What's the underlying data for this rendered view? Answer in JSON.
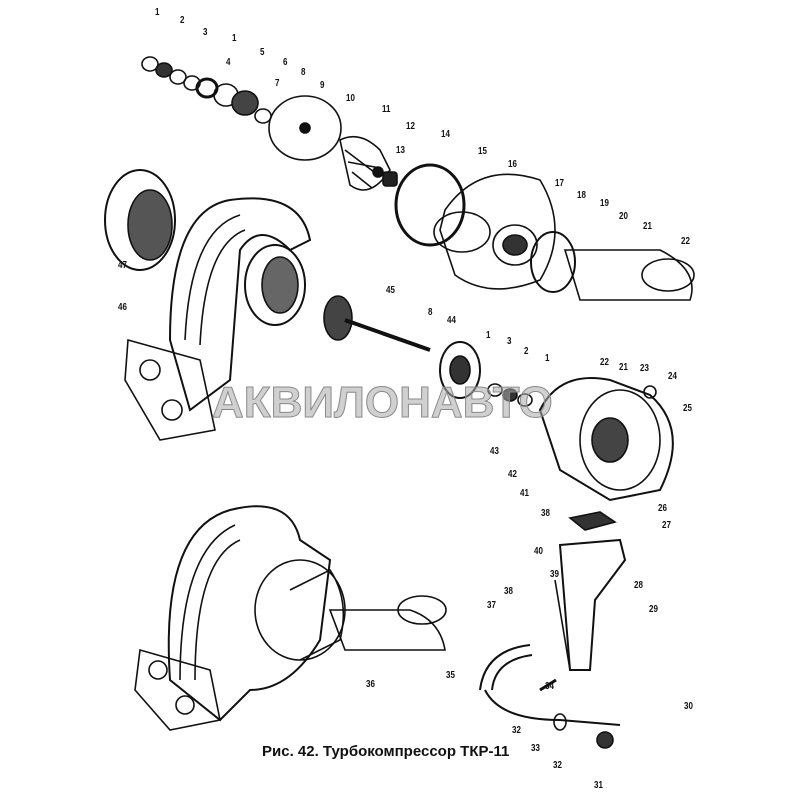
{
  "caption": "Рис. 42. Турбокомпрессор ТКР-11",
  "watermark": "АКВИЛОНАВТО",
  "labels": [
    "1",
    "2",
    "3",
    "1",
    "4",
    "5",
    "6",
    "7",
    "8",
    "9",
    "10",
    "11",
    "12",
    "13",
    "14",
    "15",
    "16",
    "17",
    "18",
    "19",
    "20",
    "21",
    "22",
    "47",
    "46",
    "45",
    "8",
    "44",
    "1",
    "3",
    "2",
    "1",
    "22",
    "21",
    "23",
    "24",
    "25",
    "43",
    "42",
    "41",
    "38",
    "26",
    "27",
    "40",
    "39",
    "37",
    "38",
    "28",
    "29",
    "35",
    "34",
    "30",
    "32",
    "33",
    "32",
    "31",
    "36"
  ]
}
